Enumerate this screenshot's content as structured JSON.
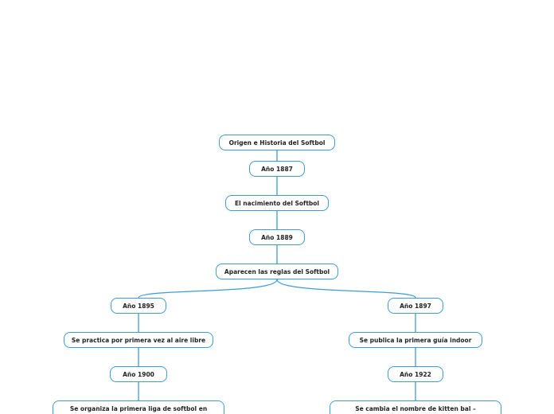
{
  "mindmap": {
    "accent_color": "#3d9bd6",
    "root": "Origen e Historia del Softbol",
    "center": [
      "Año 1887",
      "El nacimiento del Softbol",
      "Año 1889",
      "Aparecen las reglas del Softbol"
    ],
    "left_branch": [
      "Año 1895",
      "Se practica por primera vez al aire libre",
      "Año 1900",
      "Se organiza la primera liga de softbol en"
    ],
    "right_branch": [
      "Año 1897",
      "Se publica la primera guía indoor",
      "Año 1922",
      "Se cambia el nombre de kitten bal –"
    ]
  }
}
